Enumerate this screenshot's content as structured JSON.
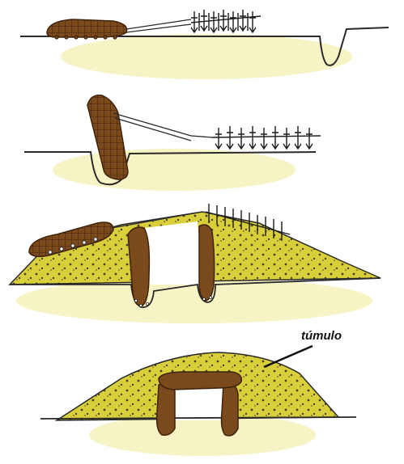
{
  "figure": {
    "label": "túmulo",
    "colors": {
      "ground_shadow": "#f6f3c4",
      "mound_fill": "#d8cf3a",
      "stone_fill": "#7a4a1c",
      "stone_dark": "#3f220b",
      "outline": "#2a2a2a"
    },
    "stages": [
      {
        "name": "stage-1-transport"
      },
      {
        "name": "stage-2-raising-orthostat"
      },
      {
        "name": "stage-3-ramp-capstone"
      },
      {
        "name": "stage-4-finished-tumulus"
      }
    ]
  }
}
